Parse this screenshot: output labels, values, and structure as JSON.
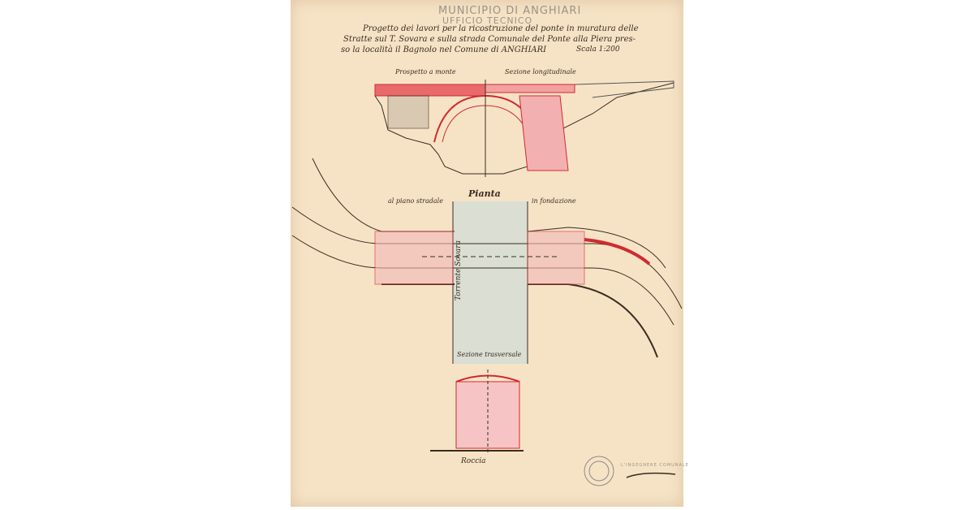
{
  "stamp": {
    "line1": "MUNICIPIO DI ANGHIARI",
    "line2": "UFFICIO TECNICO"
  },
  "title": {
    "line1": "Progetto dei lavori per la ricostruzione del ponte in muratura delle",
    "line2": "Stratte sul T. Sovara e sulla strada Comunale del Ponte alla Piera pres-",
    "line3": "so la località il Bagnolo nel Comune di ANGHIARI",
    "scale": "Scala 1:200"
  },
  "views": {
    "prospetto": "Prospetto a monte",
    "sezione_long": "Sezione longitudinale",
    "pianta": "Pianta",
    "piano_stradale": "al piano stradale",
    "fondazione": "in fondazione",
    "torrente": "Torrente Sovara",
    "sezione_trasv": "Sezione trasversale",
    "roccia": "Roccia"
  },
  "seal_text": "L'INGEGNERE COMUNALE",
  "colors": {
    "paper": "#f6e3c6",
    "ink": "#3a2c20",
    "red": "#e0343c",
    "blue": "#9fb6c0"
  }
}
